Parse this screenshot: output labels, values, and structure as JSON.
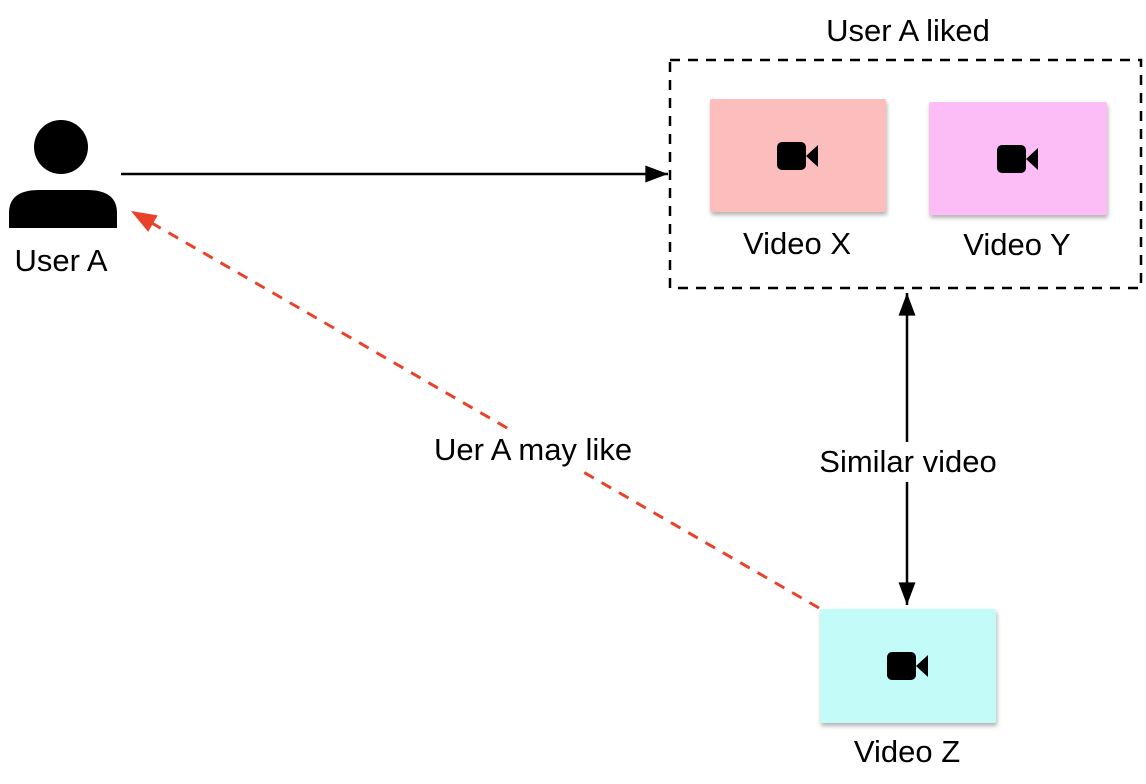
{
  "actors": {
    "user": {
      "label": "User A"
    }
  },
  "liked_group": {
    "title": "User A liked",
    "videos": [
      {
        "label": "Video X",
        "color": "#fcbdbd"
      },
      {
        "label": "Video Y",
        "color": "#fcbdf7"
      }
    ]
  },
  "candidate_video": {
    "label": "Video Z",
    "color": "#c2fbf8"
  },
  "connections": {
    "similar_label": "Similar video",
    "may_like_label": "Uer A may like"
  },
  "colors": {
    "black": "#000000",
    "red": "#e8432a",
    "background": "#ffffff"
  },
  "icons": {
    "user": "person-icon",
    "video": "video-camera-icon"
  }
}
